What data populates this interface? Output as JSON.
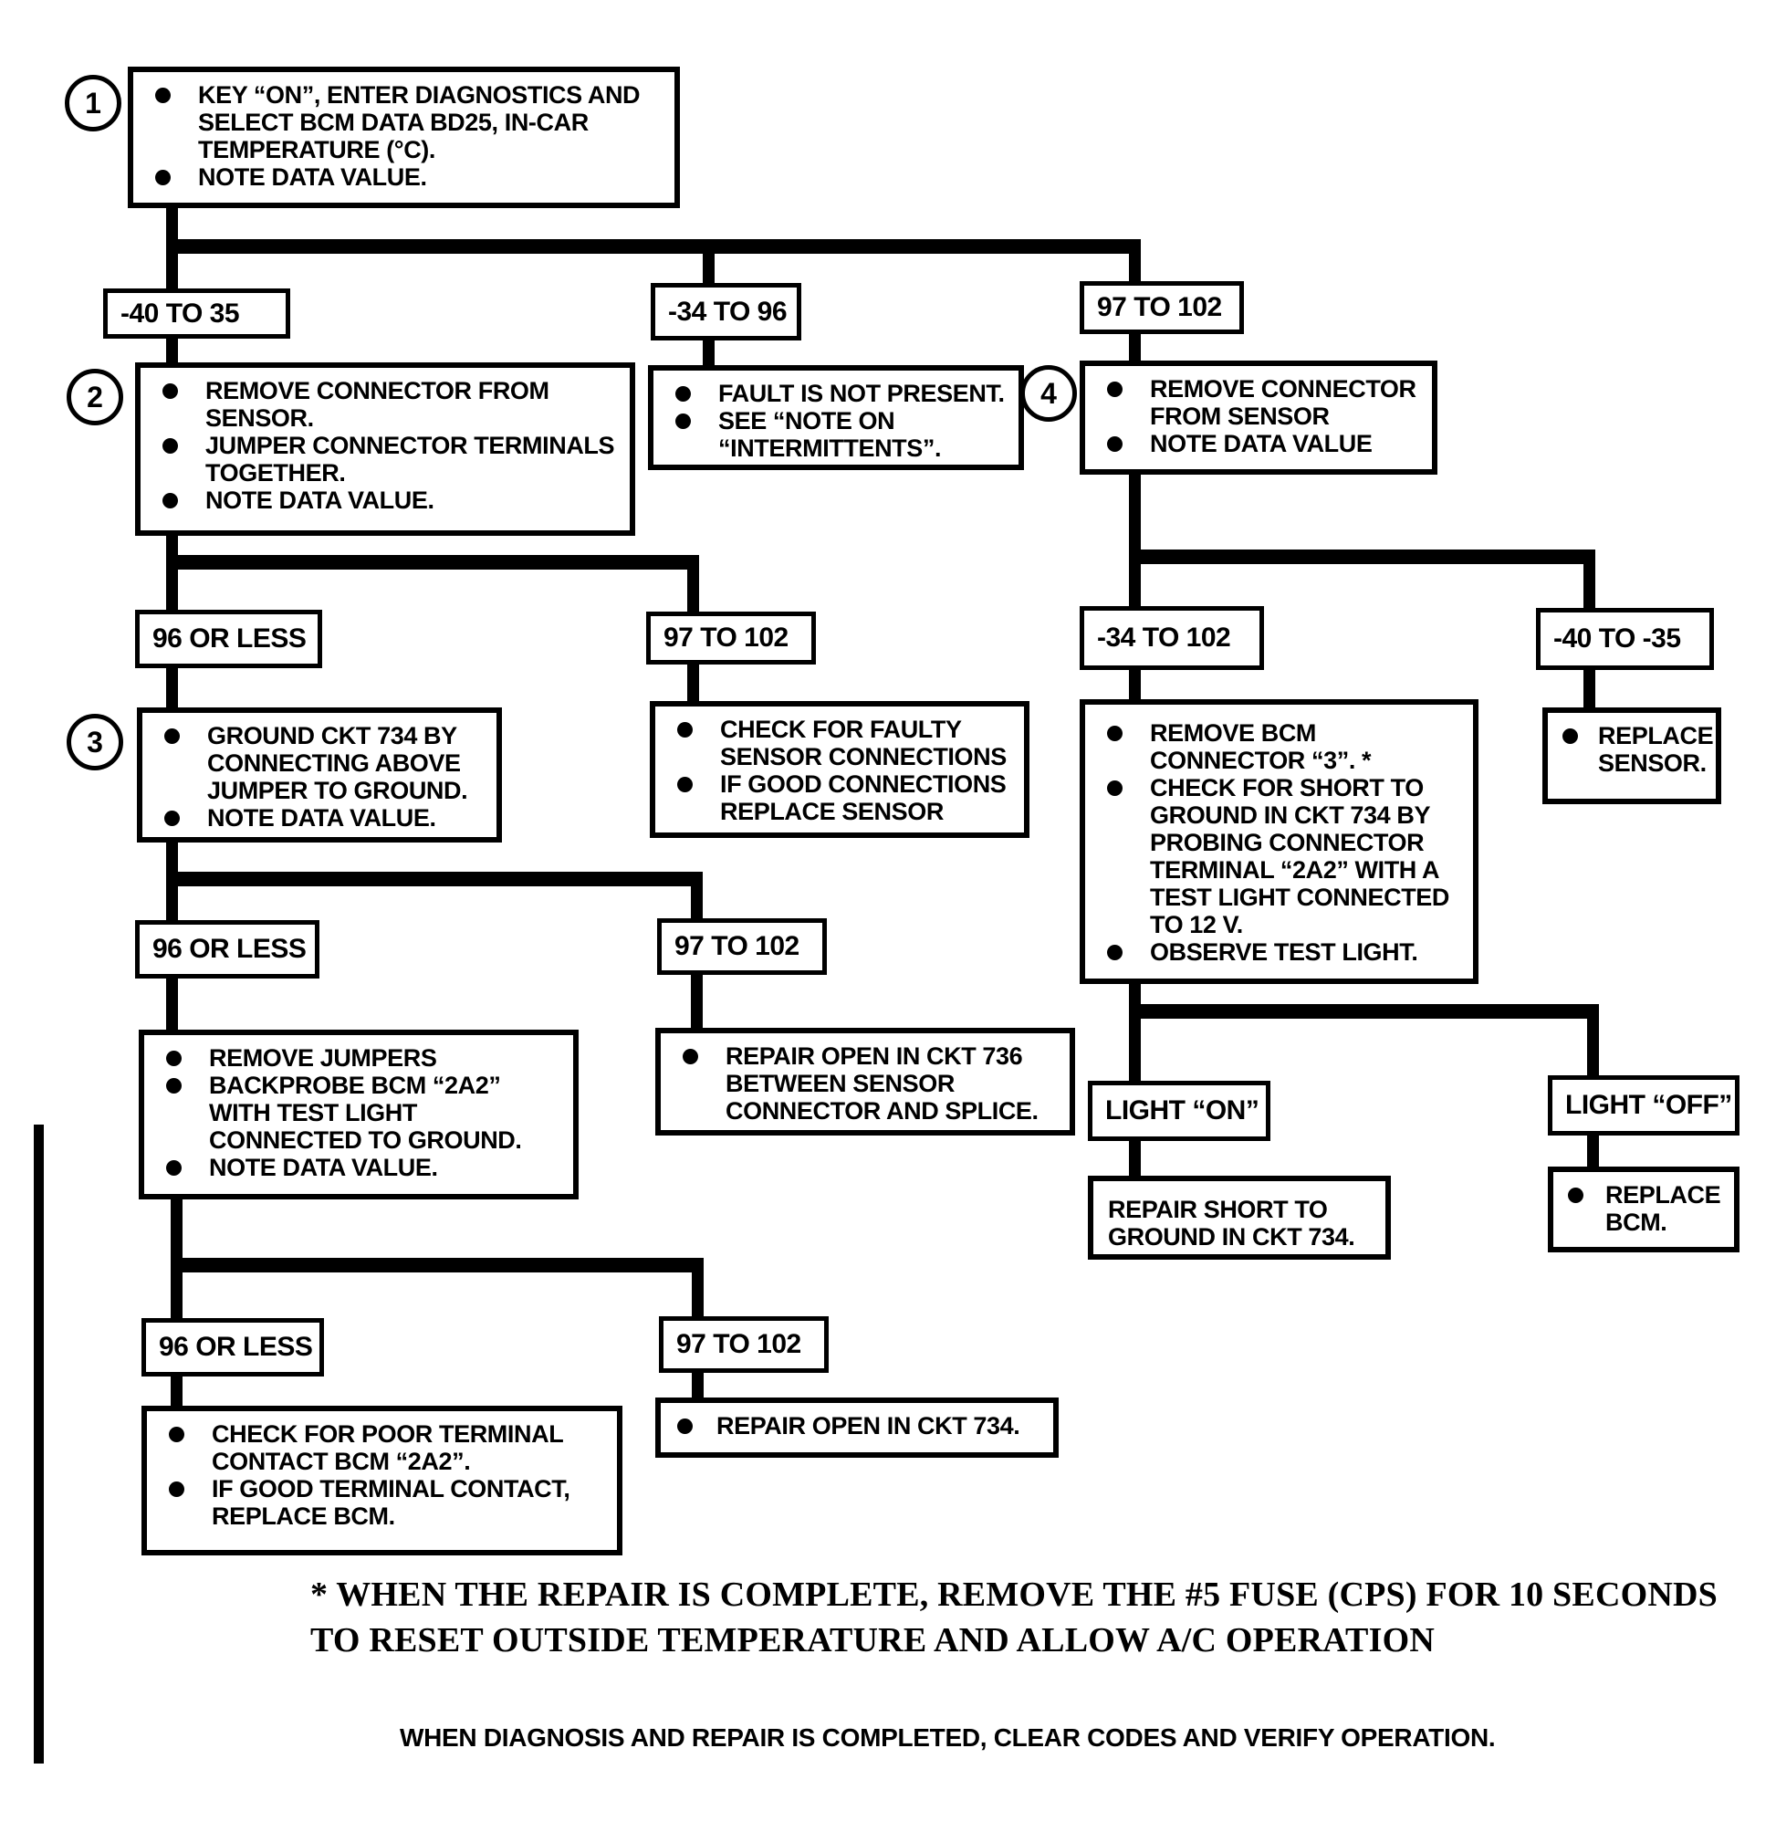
{
  "colors": {
    "ink": "#000000",
    "paper": "#ffffff"
  },
  "flowchart": {
    "step_numbers": {
      "s1": "1",
      "s2": "2",
      "s3": "3",
      "s4": "4"
    },
    "boxes": {
      "step1": {
        "bullets": [
          "KEY “ON”, ENTER DIAGNOSTICS AND SELECT BCM DATA BD25, IN-CAR TEMPERATURE (°C).",
          "NOTE DATA VALUE."
        ]
      },
      "step2": {
        "bullets": [
          "REMOVE CONNECTOR FROM SENSOR.",
          "JUMPER CONNECTOR TERMINALS TOGETHER.",
          "NOTE DATA VALUE."
        ]
      },
      "fault_not_present": {
        "bullets": [
          "FAULT IS NOT PRESENT.",
          "SEE “NOTE ON “INTERMITTENTS”."
        ]
      },
      "step4": {
        "bullets": [
          "REMOVE CONNECTOR FROM SENSOR",
          "NOTE DATA VALUE"
        ]
      },
      "step3": {
        "bullets": [
          "GROUND CKT 734 BY CONNECTING ABOVE JUMPER TO GROUND.",
          "NOTE DATA VALUE."
        ]
      },
      "check_faulty_sensor": {
        "bullets": [
          "CHECK FOR FAULTY SENSOR CONNECTIONS",
          "IF GOOD CONNECTIONS REPLACE SENSOR"
        ]
      },
      "remove_bcm_connector": {
        "bullets": [
          "REMOVE BCM CONNECTOR “3”. *",
          "CHECK FOR SHORT TO GROUND IN CKT 734 BY PROBING CONNECTOR TERMINAL “2A2” WITH A TEST LIGHT CONNECTED TO 12 V.",
          "OBSERVE TEST LIGHT."
        ]
      },
      "replace_sensor": {
        "bullets": [
          "REPLACE SENSOR."
        ]
      },
      "remove_jumpers": {
        "bullets": [
          "REMOVE JUMPERS",
          "BACKPROBE BCM “2A2” WITH TEST LIGHT CONNECTED TO GROUND.",
          "NOTE DATA VALUE."
        ]
      },
      "repair_open_736": {
        "bullets": [
          "REPAIR OPEN IN CKT 736 BETWEEN SENSOR CONNECTOR AND SPLICE."
        ]
      },
      "repair_short_734": {
        "text": "REPAIR SHORT TO GROUND IN CKT 734."
      },
      "replace_bcm": {
        "bullets": [
          "REPLACE BCM."
        ]
      },
      "check_terminal_contact": {
        "bullets": [
          "CHECK FOR POOR TERMINAL CONTACT BCM “2A2”.",
          "IF GOOD TERMINAL CONTACT, REPLACE BCM."
        ]
      },
      "repair_open_734": {
        "bullets": [
          "REPAIR OPEN IN CKT 734."
        ]
      }
    },
    "range_labels": {
      "r40_35": "-40 TO 35",
      "r34_96": "-34 TO 96",
      "r97_102_a": "97 TO 102",
      "r96_less_a": "96 OR LESS",
      "r97_102_b": "97 TO 102",
      "r34_102": "-34 TO 102",
      "r40_n35": "-40 TO -35",
      "r96_less_b": "96 OR LESS",
      "r97_102_c": "97 TO 102",
      "light_on": "LIGHT “ON”",
      "light_off": "LIGHT “OFF”",
      "r96_less_c": "96 OR LESS",
      "r97_102_d": "97 TO 102"
    },
    "footnotes": {
      "asterisk": "* WHEN THE REPAIR IS COMPLETE, REMOVE THE #5 FUSE (CPS) FOR 10 SECONDS TO RESET OUTSIDE TEMPERATURE AND ALLOW A/C OPERATION",
      "final": "WHEN DIAGNOSIS AND REPAIR IS COMPLETED, CLEAR CODES AND VERIFY OPERATION."
    }
  }
}
